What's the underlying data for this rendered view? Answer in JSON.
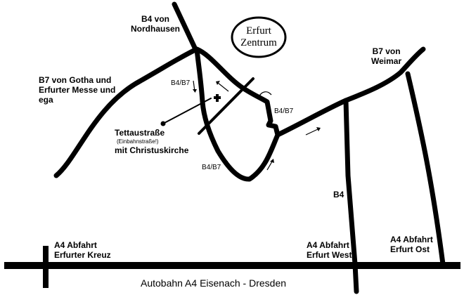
{
  "labels": {
    "b4_nordhausen": [
      "B4 von",
      "Nordhausen"
    ],
    "erfurt_zentrum": [
      "Erfurt",
      "Zentrum"
    ],
    "b7_weimar": [
      "B7 von",
      "Weimar"
    ],
    "b7_gotha": [
      "B7 von Gotha und",
      "Erfurter Messe und",
      "ega"
    ],
    "b4b7_left": "B4/B7",
    "b4b7_right": "B4/B7",
    "b4b7_bottom": "B4/B7",
    "tettaustrasse": "Tettaustraße",
    "einbahnstrasse": "(Einbahnstraße!)",
    "christuskirche": "mit Christuskirche",
    "b4": "B4",
    "a4_erfurter_kreuz": [
      "A4 Abfahrt",
      "Erfurter Kreuz"
    ],
    "a4_erfurt_west": [
      "A4 Abfahrt",
      "Erfurt West"
    ],
    "a4_erfurt_ost": [
      "A4 Abfahrt",
      "Erfurt Ost"
    ],
    "autobahn": "Autobahn A4 Eisenach - Dresden"
  },
  "colors": {
    "road": "#000000",
    "background": "#ffffff"
  },
  "icons": {
    "church": "cross-icon",
    "destination": "dot-icon"
  }
}
